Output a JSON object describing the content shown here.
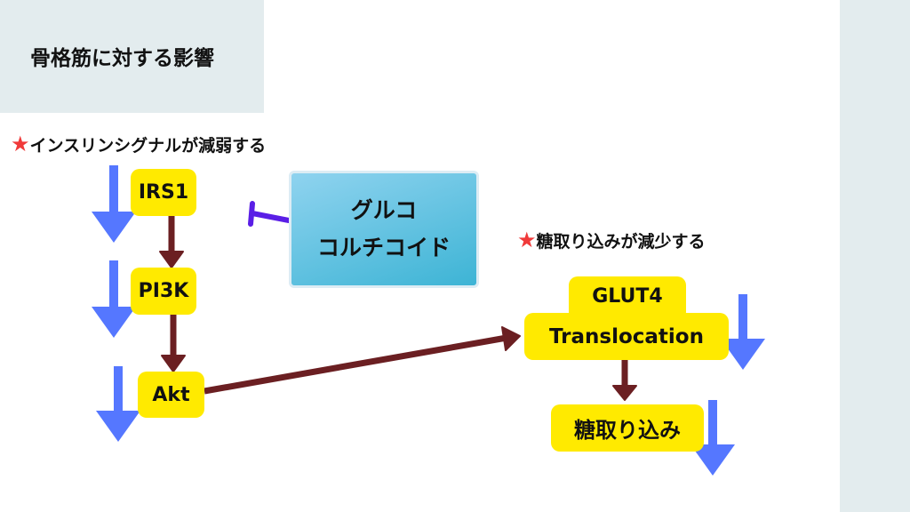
{
  "title": "骨格筋に対する影響",
  "heading_left": {
    "star": "★",
    "text": "インスリンシグナルが減弱する"
  },
  "heading_right": {
    "star": "★",
    "text": "糖取り込みが減少する"
  },
  "nodes": {
    "irs1": "IRS1",
    "pi3k": "PI3K",
    "akt": "Akt",
    "glut4_line1": "GLUT4",
    "glut4_line2": "Translocation",
    "uptake": "糖取り込み"
  },
  "inhibitor": {
    "line1": "グルコ",
    "line2": "コルチコイド"
  },
  "colors": {
    "node": "#ffea00",
    "down_arrow": "#5577ff",
    "path_arrow": "#6b1f22",
    "inhibit": "#5a1ee6",
    "star": "#f03a3a"
  }
}
